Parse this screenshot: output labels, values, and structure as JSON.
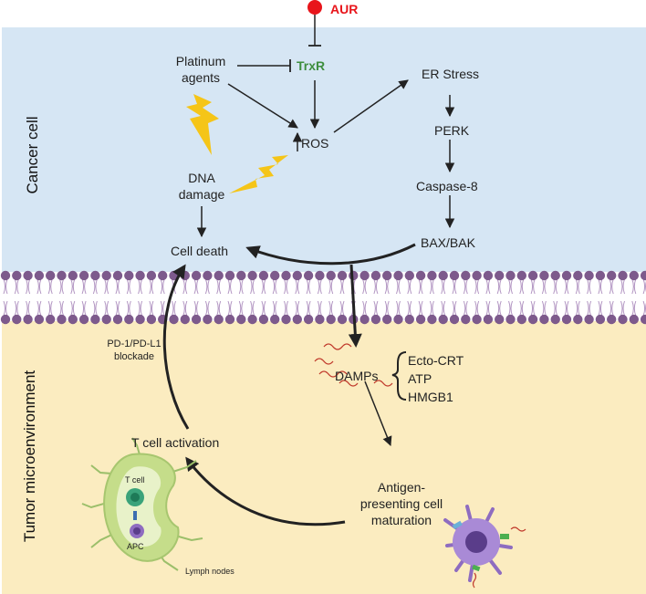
{
  "regions": {
    "cancer_cell": "Cancer cell",
    "tumor_microenvironment": "Tumor microenvironment"
  },
  "nodes": {
    "aur": "AUR",
    "trxr": "TrxR",
    "platinum_line1": "Platinum",
    "platinum_line2": "agents",
    "ros": "ROS",
    "er_stress": "ER Stress",
    "perk": "PERK",
    "caspase8": "Caspase-8",
    "bax_bak": "BAX/BAK",
    "dna_line1": "DNA",
    "dna_line2": "damage",
    "cell_death": "Cell death",
    "pd1_line1": "PD-1/PD-L1",
    "pd1_line2": "blockade",
    "damps": "DAMPs",
    "ecto_crt": "Ecto-CRT",
    "atp": "ATP",
    "hmgb1": "HMGB1",
    "tcell_activation": "T cell activation",
    "apc_line1": "Antigen-",
    "apc_line2": "presenting cell",
    "apc_line3": "maturation",
    "tcell_small": "T cell",
    "apc_small": "APC",
    "lymph_nodes": "Lymph nodes"
  },
  "colors": {
    "cancer_bg": "#d6e6f4",
    "tumor_bg": "#fbecc0",
    "membrane": "#7d5a8c",
    "aur": "#e8151b",
    "trxr": "#4caf50",
    "bolt": "#f5c518",
    "lymph_node": "#c5dd8a",
    "damp_wave": "#c0392b"
  }
}
